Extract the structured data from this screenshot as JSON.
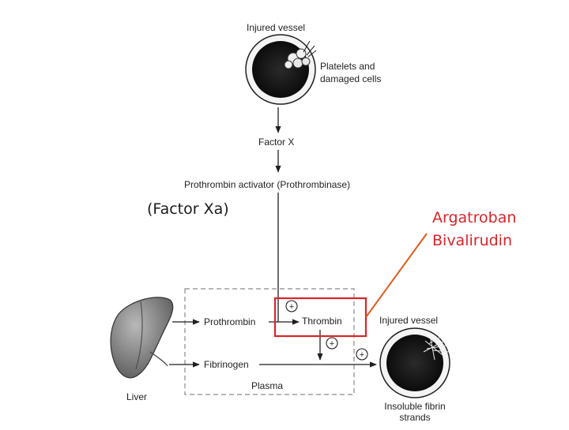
{
  "diagram": {
    "top_vessel": {
      "title": "Injured vessel",
      "note_line1": "Platelets and",
      "note_line2": "damaged cells"
    },
    "factor_x": "Factor X",
    "prothrombin_activator": "Prothrombin activator (Prothrombinase)",
    "factor_xa_annotation": "(Factor Xa)",
    "drug_names": [
      "Argatroban",
      "Bivalirudin"
    ],
    "prothrombin": "Prothrombin",
    "thrombin": "Thrombin",
    "fibrinogen": "Fibrinogen",
    "plasma": "Plasma",
    "liver": "Liver",
    "bottom_vessel": {
      "title": "Injured vessel",
      "caption_line1": "Insoluble fibrin",
      "caption_line2": "strands"
    },
    "plus_symbol": "+",
    "colors": {
      "ink": "#1f1f1f",
      "highlight": "#d9252a",
      "annotation_line": "#e05a1c",
      "dashed_box": "#8a8a8a"
    }
  }
}
